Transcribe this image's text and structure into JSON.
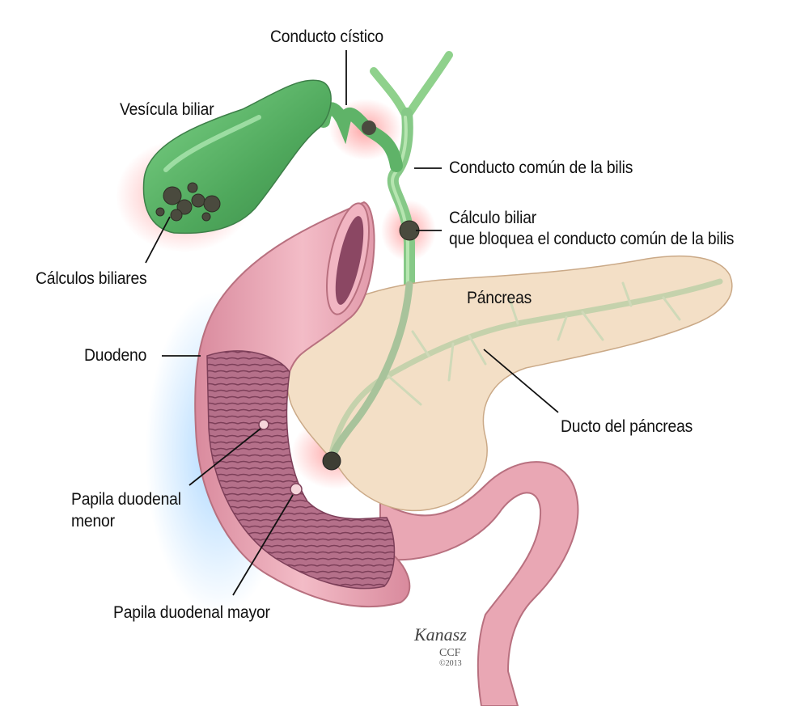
{
  "labels": {
    "cystic_duct": "Conducto cístico",
    "gallbladder": "Vesícula biliar",
    "common_bile_duct": "Conducto común de la bilis",
    "stone_line1": "Cálculo biliar",
    "stone_line2": "que bloquea el conducto común de la bilis",
    "gallstones": "Cálculos biliares",
    "pancreas": "Páncreas",
    "duodenum": "Duodeno",
    "pancreatic_duct": "Ducto del páncreas",
    "minor_papilla_line1": "Papila duodenal",
    "minor_papilla_line2": "menor",
    "major_papilla": "Papila duodenal mayor"
  },
  "signature": {
    "artist": "Kanasz",
    "org": "CCF",
    "year": "©2013"
  },
  "colors": {
    "gallbladder": "#5fbf6e",
    "bile_duct": "#8fd18c",
    "duodenum": "#e9a7b4",
    "duodenum_inner": "#a9607a",
    "pancreas": "#f1dcc2",
    "pancreatic_duct": "#c5d2ac",
    "stone": "#4a4a3e",
    "inflammation_red": "#ff6b6b",
    "glow_blue": "#7fc4ff"
  }
}
